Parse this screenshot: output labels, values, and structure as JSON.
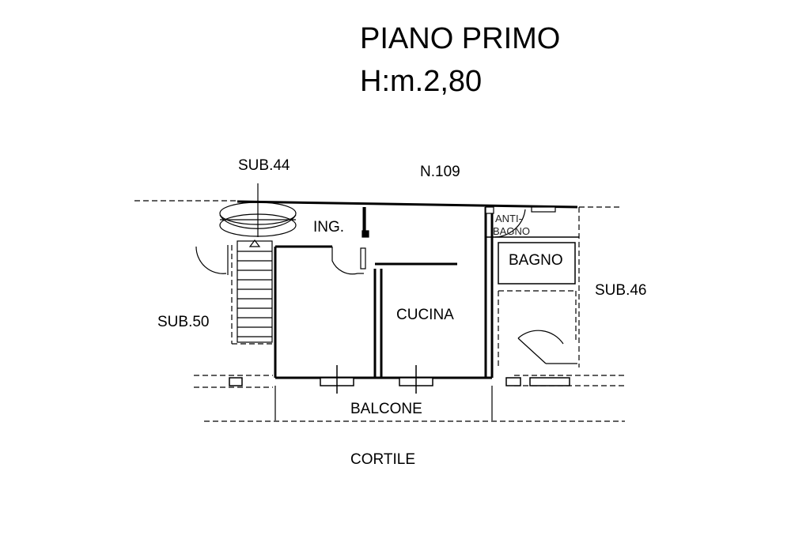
{
  "title": "PIANO PRIMO",
  "subtitle": "H:m.2,80",
  "labels": {
    "sub44": "SUB.44",
    "n109": "N.109",
    "ing": "ING.",
    "anti": "ANTI-",
    "bagno_small": "BAGNO",
    "bagno": "BAGNO",
    "sub46": "SUB.46",
    "cucina": "CUCINA",
    "sub50": "SUB.50",
    "balcone": "BALCONE",
    "cortile": "CORTILE"
  }
}
